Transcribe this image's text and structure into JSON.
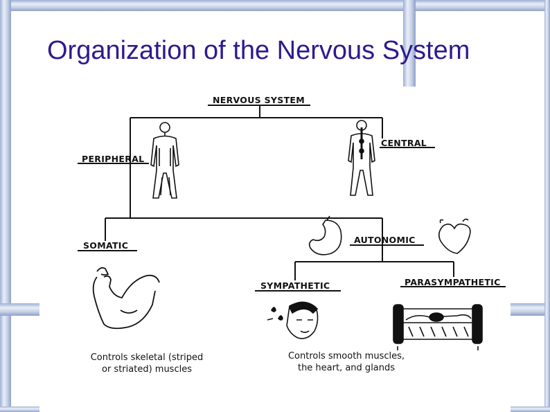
{
  "slide": {
    "title": "Organization of the Nervous System"
  },
  "diagram": {
    "nodes": {
      "nervous_system": "NERVOUS SYSTEM",
      "central": "CENTRAL",
      "peripheral": "PERIPHERAL",
      "somatic": "SOMATIC",
      "autonomic": "AUTONOMIC",
      "sympathetic": "SYMPATHETIC",
      "parasympathetic": "PARASYMPATHETIC"
    },
    "captions": {
      "somatic_line1": "Controls skeletal (striped",
      "somatic_line2": "or striated) muscles",
      "autonomic_line1": "Controls smooth muscles,",
      "autonomic_line2": "the heart, and glands"
    },
    "colors": {
      "title": "#2e1a8f",
      "frame_light": "#e9eef7",
      "frame_mid": "#c9d4ea",
      "frame_dark": "#9fb0d3"
    }
  }
}
